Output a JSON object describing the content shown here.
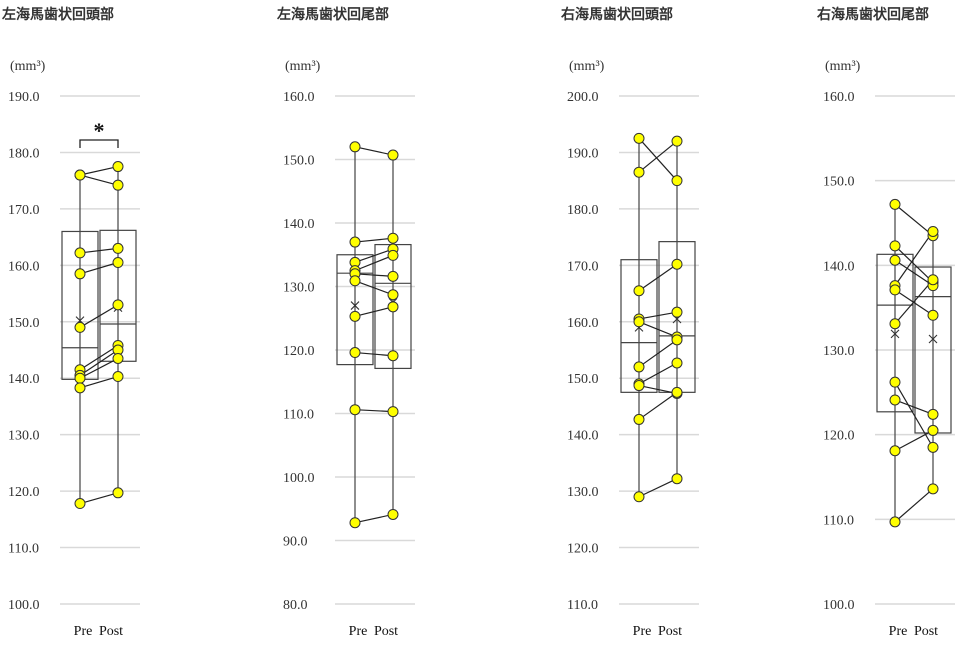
{
  "chart_data": [
    {
      "type": "box",
      "title": "左海馬歯状回頭部",
      "unit": "(mm³)",
      "categories": [
        "Pre",
        "Post"
      ],
      "ylim": [
        100,
        190
      ],
      "yticks": [
        "100.0",
        "110.0",
        "120.0",
        "130.0",
        "140.0",
        "150.0",
        "160.0",
        "170.0",
        "180.0",
        "190.0"
      ],
      "significance": "*",
      "pairs": [
        [
          176.0,
          177.5
        ],
        [
          176.0,
          174.2
        ],
        [
          162.2,
          163.0
        ],
        [
          158.5,
          160.5
        ],
        [
          149.0,
          153.0
        ],
        [
          141.5,
          145.8
        ],
        [
          140.5,
          145.0
        ],
        [
          140.0,
          143.5
        ],
        [
          138.3,
          140.3
        ],
        [
          117.8,
          119.7
        ]
      ],
      "boxes": [
        {
          "name": "Pre",
          "min": 117.8,
          "q1": 139.8,
          "median": 145.4,
          "q3": 166.0,
          "max": 176.0,
          "mean": 150.2
        },
        {
          "name": "Post",
          "min": 119.7,
          "q1": 143.0,
          "median": 149.6,
          "q3": 166.2,
          "max": 177.5,
          "mean": 152.5
        }
      ]
    },
    {
      "type": "box",
      "title": "左海馬歯状回尾部",
      "unit": "(mm³)",
      "categories": [
        "Pre",
        "Post"
      ],
      "ylim": [
        80,
        160
      ],
      "yticks": [
        "80.0",
        "90.0",
        "100.0",
        "110.0",
        "120.0",
        "130.0",
        "140.0",
        "150.0",
        "160.0"
      ],
      "pairs": [
        [
          152.0,
          150.7
        ],
        [
          137.0,
          137.6
        ],
        [
          133.8,
          135.9
        ],
        [
          132.5,
          134.9
        ],
        [
          132.0,
          131.6
        ],
        [
          130.9,
          128.7
        ],
        [
          125.3,
          126.8
        ],
        [
          119.6,
          119.1
        ],
        [
          110.6,
          110.3
        ],
        [
          92.8,
          94.1
        ]
      ],
      "boxes": [
        {
          "name": "Pre",
          "min": 92.8,
          "q1": 117.7,
          "median": 132.1,
          "q3": 135.0,
          "max": 152.0,
          "mean": 127.0
        },
        {
          "name": "Post",
          "min": 94.1,
          "q1": 117.1,
          "median": 130.5,
          "q3": 136.6,
          "max": 150.7,
          "mean": 127.5
        }
      ]
    },
    {
      "type": "box",
      "title": "右海馬歯状回頭部",
      "unit": "(mm³)",
      "categories": [
        "Pre",
        "Post"
      ],
      "ylim": [
        110,
        200
      ],
      "yticks": [
        "110.0",
        "120.0",
        "130.0",
        "140.0",
        "150.0",
        "160.0",
        "170.0",
        "180.0",
        "190.0",
        "200.0"
      ],
      "pairs": [
        [
          192.5,
          185.0
        ],
        [
          186.5,
          192.0
        ],
        [
          165.5,
          170.2
        ],
        [
          160.5,
          161.7
        ],
        [
          160.0,
          157.3
        ],
        [
          152.0,
          156.8
        ],
        [
          149.0,
          152.7
        ],
        [
          148.7,
          147.3
        ],
        [
          142.7,
          147.5
        ],
        [
          129.0,
          132.2
        ]
      ],
      "boxes": [
        {
          "name": "Pre",
          "min": 129.0,
          "q1": 147.5,
          "median": 156.3,
          "q3": 171.0,
          "max": 192.5,
          "mean": 159.0
        },
        {
          "name": "Post",
          "min": 132.2,
          "q1": 147.5,
          "median": 157.5,
          "q3": 174.2,
          "max": 192.0,
          "mean": 160.5
        }
      ]
    },
    {
      "type": "box",
      "title": "右海馬歯状回尾部",
      "unit": "(mm³)",
      "categories": [
        "Pre",
        "Post"
      ],
      "ylim": [
        100,
        160
      ],
      "yticks": [
        "100.0",
        "110.0",
        "120.0",
        "130.0",
        "140.0",
        "150.0",
        "160.0"
      ],
      "pairs": [
        [
          147.2,
          143.5
        ],
        [
          142.3,
          138.0
        ],
        [
          140.6,
          137.6
        ],
        [
          137.6,
          144.0
        ],
        [
          137.1,
          134.1
        ],
        [
          133.1,
          138.3
        ],
        [
          126.2,
          118.5
        ],
        [
          124.1,
          122.4
        ],
        [
          118.1,
          120.5
        ],
        [
          109.7,
          113.6
        ]
      ],
      "boxes": [
        {
          "name": "Pre",
          "min": 109.7,
          "q1": 122.7,
          "median": 135.3,
          "q3": 141.3,
          "max": 147.2,
          "mean": 131.9
        },
        {
          "name": "Post",
          "min": 113.6,
          "q1": 120.2,
          "median": 136.3,
          "q3": 139.8,
          "max": 144.0,
          "mean": 131.3
        }
      ]
    }
  ],
  "colors": {
    "point": "#ffff00",
    "line": "#222222",
    "grid": "#d9d9d9",
    "box": "#444444"
  }
}
